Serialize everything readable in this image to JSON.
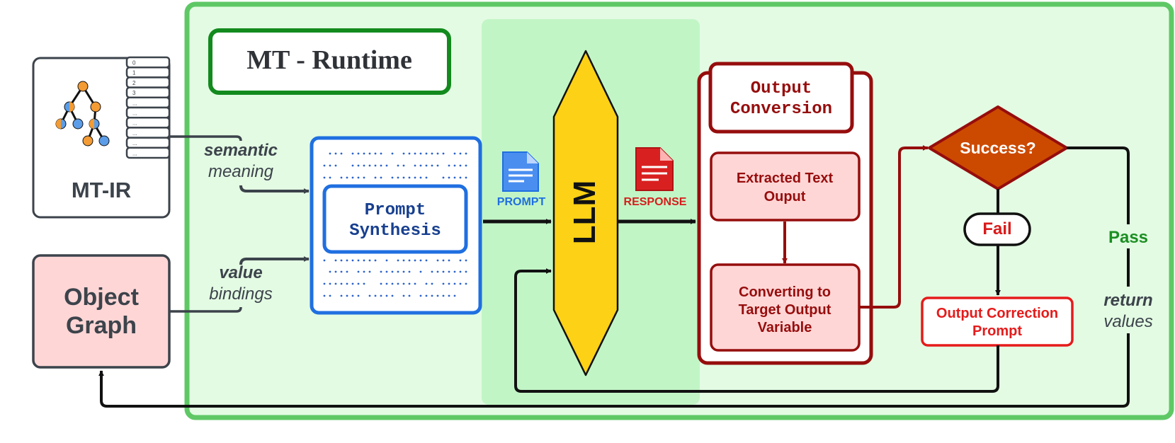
{
  "runtime": {
    "title": "MT - Runtime"
  },
  "mtir": {
    "label": "MT-IR",
    "stack_labels": [
      "0",
      "1",
      "2",
      "3",
      "...",
      "...",
      "...",
      "...",
      "...",
      "..."
    ]
  },
  "object_graph": {
    "line1": "Object",
    "line2": "Graph"
  },
  "inputs": {
    "semantic_bold": "semantic",
    "semantic_italic": "meaning",
    "value_bold": "value",
    "value_italic": "bindings"
  },
  "prompt_synthesis": {
    "line1": "Prompt",
    "line2": "Synthesis"
  },
  "doc_labels": {
    "prompt": "PROMPT",
    "response": "RESPONSE"
  },
  "llm": {
    "label": "LLM"
  },
  "output_conversion": {
    "title_line1": "Output",
    "title_line2": "Conversion",
    "extracted_line1": "Extracted Text",
    "extracted_line2": "Ouput",
    "converting_line1": "Converting to",
    "converting_line2": "Target Output",
    "converting_line3": "Variable"
  },
  "decision": {
    "label": "Success?"
  },
  "fail": {
    "label": "Fail"
  },
  "pass": {
    "label": "Pass"
  },
  "correction": {
    "line1": "Output Correction",
    "line2": "Prompt"
  },
  "return_values": {
    "bold": "return",
    "italic": "values"
  },
  "colors": {
    "runtime_bg": "#e3fbe3",
    "runtime_border": "#5ec865",
    "llm_band": "#c2f5c6",
    "llm_fill": "#fcd116",
    "title_border": "#138a1e",
    "prompt_blue": "#1f6fe0",
    "prompt_text": "#173f8f",
    "dark_red": "#960d0d",
    "pink": "#ffd6d6",
    "decision": "#cc4a00",
    "correction_red": "#e51b1b",
    "pass_green": "#1b8f22",
    "arrow": "#111111"
  }
}
